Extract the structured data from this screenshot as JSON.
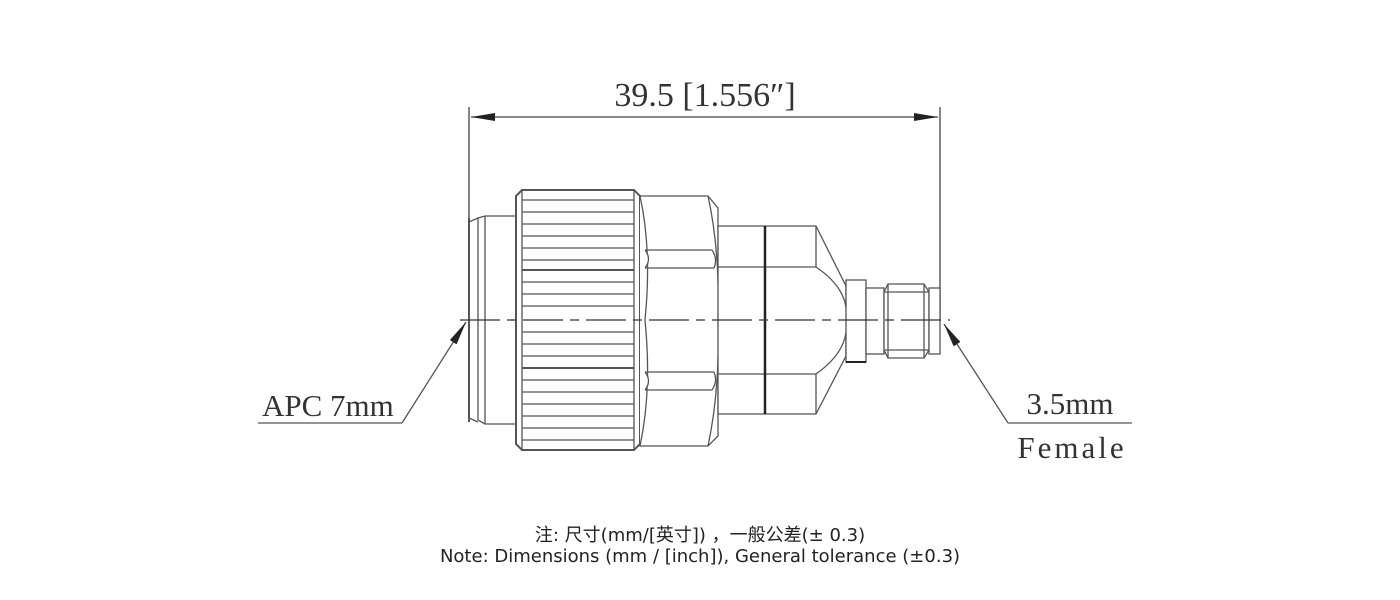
{
  "drawing": {
    "overall_dimension": "39.5 [1.556″]",
    "left_callout": "APC 7mm",
    "right_callout_line1": "3.5mm",
    "right_callout_line2": "Female",
    "line_color": "#444444"
  },
  "notes": {
    "chinese": "注: 尺寸(mm/[英寸]) ，一般公差(± 0.3)",
    "english": "Note: Dimensions (mm / [inch]), General tolerance (±0.3)"
  }
}
